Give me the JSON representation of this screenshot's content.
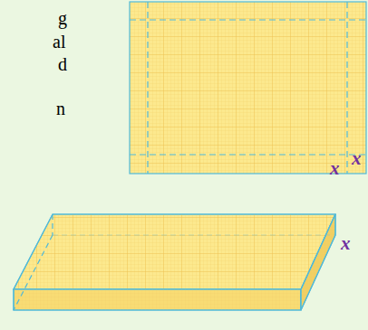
{
  "diagram": {
    "labels": [
      "g",
      "al",
      "d",
      "n",
      "x",
      "x",
      "x"
    ]
  }
}
